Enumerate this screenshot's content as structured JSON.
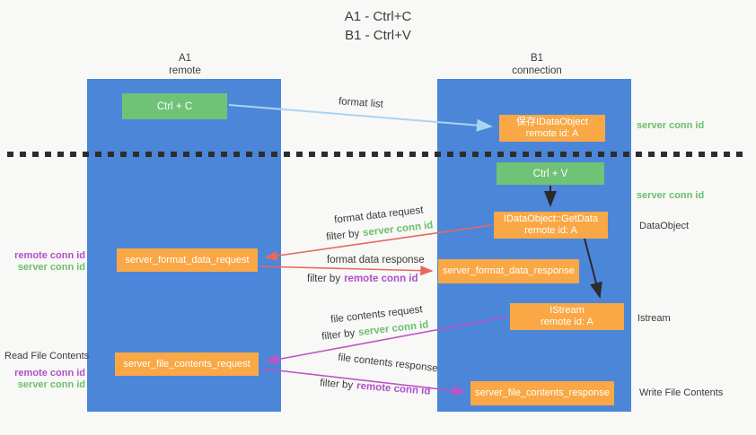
{
  "title": {
    "line1": "A1 - Ctrl+C",
    "line2": "B1 - Ctrl+V"
  },
  "lifelines": {
    "a1": {
      "title": "A1",
      "subtitle": "remote"
    },
    "b1": {
      "title": "B1",
      "subtitle": "connection"
    }
  },
  "nodes": {
    "ctrl_c": {
      "label": "Ctrl + C"
    },
    "ctrl_v": {
      "label": "Ctrl + V"
    },
    "save_dataobject": {
      "line1": "保存IDataObject",
      "line2": "remote id: A"
    },
    "getdata": {
      "line1": "IDataObject::GetData",
      "line2": "remote id: A"
    },
    "istream": {
      "line1": "IStream",
      "line2": "remote id: A"
    },
    "format_request": {
      "label": "server_format_data_request"
    },
    "format_response": {
      "label": "server_format_data_response"
    },
    "file_request": {
      "label": "server_file_contents_request"
    },
    "file_response": {
      "label": "server_file_contents_response"
    }
  },
  "arrows": {
    "format_list": {
      "label": "format list"
    },
    "format_data_request": {
      "label": "format data request",
      "filter_prefix": "filter by",
      "filter_key": "server conn id"
    },
    "format_data_response": {
      "label": "format data response",
      "filter_prefix": "filter by",
      "filter_key": "remote conn id"
    },
    "file_contents_request": {
      "label": "file contents request",
      "filter_prefix": "filter by",
      "filter_key": "server conn id"
    },
    "file_contents_response": {
      "label": "file contents response",
      "filter_prefix": "filter by",
      "filter_key": "remote conn id"
    }
  },
  "side_labels": {
    "left_format_remote": "remote conn id",
    "left_format_server": "server conn id",
    "left_read_title": "Read File Contents",
    "left_file_remote": "remote conn id",
    "left_file_server": "server conn id",
    "right_server_conn_top": "server conn id",
    "right_server_conn_mid": "server conn id",
    "right_dataobject": "DataObject",
    "right_istream": "Istream",
    "right_write_title": "Write File Contents"
  },
  "colors": {
    "lifeline_blue": "#4c86d9",
    "node_green": "#6fc276",
    "node_orange": "#f9a845",
    "text_green": "#6bbf6b",
    "text_purple": "#b04fc8",
    "arrow_red": "#e8685e",
    "arrow_magenta": "#bf54c6",
    "arrow_light_blue": "#a9d5f2",
    "arrow_black": "#2b2b2b",
    "divider_black": "#2d2d2d"
  }
}
